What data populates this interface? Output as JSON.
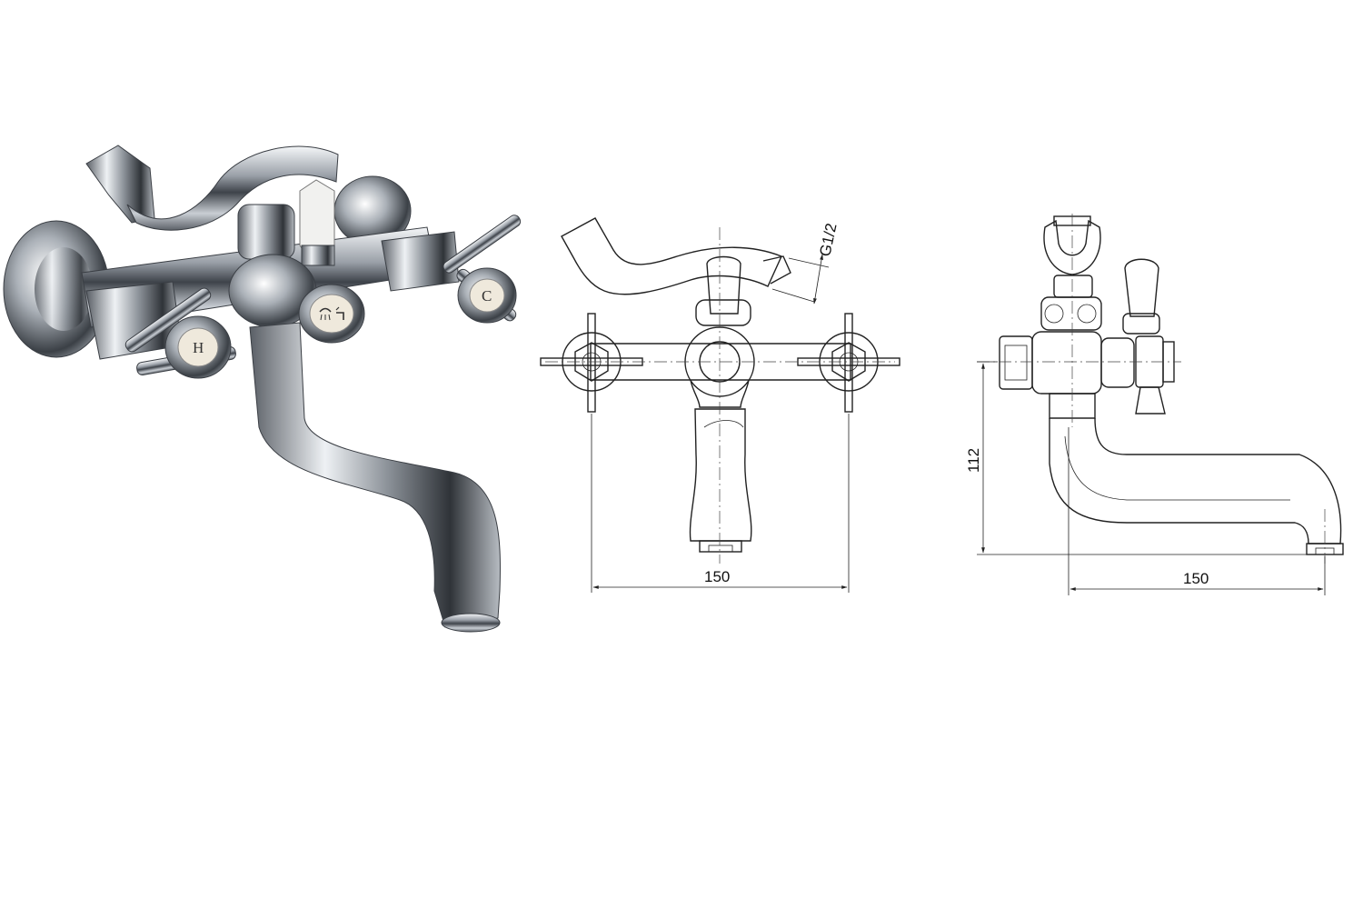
{
  "photo": {
    "hot_label": "H",
    "cold_label": "C"
  },
  "front_view": {
    "width_dim": "150",
    "thread_label": "G1/2"
  },
  "side_view": {
    "height_dim": "112",
    "width_dim": "150"
  },
  "colors": {
    "chrome_dark": "#4a4e55",
    "chrome_light": "#e8ebef",
    "line": "#222222",
    "cap": "#efe9dc"
  },
  "icons": [
    "shower-icon",
    "spout-icon"
  ]
}
